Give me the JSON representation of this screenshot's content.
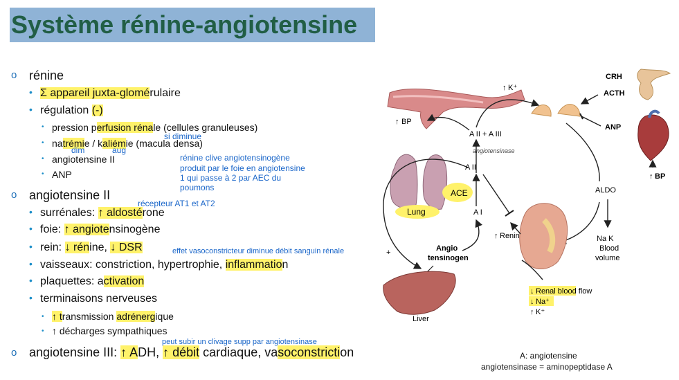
{
  "title": "Système rénine-angiotensine",
  "renine": {
    "head": "rénine",
    "appareil_prefix": "Σ appareil juxta-glomé",
    "appareil_suffix": "rulaire",
    "regulation": "régulation ",
    "regulation_hl": "(-)",
    "pression_a": "pression p",
    "pression_hl": "erfusion réna",
    "pression_b": "le (cellules granuleuses)",
    "natremie_a": "na",
    "natremie_hl": "trémi",
    "natremie_b": "e / k",
    "kaliemie_hl": "aliém",
    "kaliemie_b": "ie (macula densa)",
    "angio2": "angiotensine II",
    "anp": "ANP"
  },
  "angiotensine2": {
    "head": "angiotensine II",
    "surrenales_a": "surrénales: ",
    "surrenales_hl": "↑ aldosté",
    "surrenales_b": "rone",
    "foie_a": "foie: ",
    "foie_hl": "↑ angiote",
    "foie_b": "nsinogène",
    "rein_a": "rein: ",
    "rein_hl1": "↓ rén",
    "rein_b": "ine, ",
    "rein_hl2": "↓ DSR",
    "vaisseaux_a": "vaisseaux: constriction, hypertrophie, ",
    "vaisseaux_hl": "inflammatio",
    "vaisseaux_b": "n",
    "plaquettes_a": "plaquettes: a",
    "plaquettes_hl": "ctivation",
    "terminaisons": "terminaisons nerveuses",
    "transmission_hl1": "↑ t",
    "transmission_a": "ransmission ",
    "transmission_hl2": "adrénerg",
    "transmission_b": "ique",
    "decharges": "↑ décharges sympathiques"
  },
  "angiotensine3": {
    "head_a": "angiotensine III: ",
    "hl1": "↑ A",
    "a2": "DH, ",
    "hl2": "↑ débit",
    "a3": " cardiaque, va",
    "hl3": "soconstricti",
    "a4": "on"
  },
  "notes": {
    "si_diminue": "si diminue",
    "dim": "dim",
    "aug": "aug",
    "renine_clive_1": "rénine clive angiotensinogène",
    "renine_clive_2": "produit par le foie en angiotensine",
    "renine_clive_3": "1 qui passe à 2 par AEC du",
    "renine_clive_4": "poumons",
    "recepteur": "récepteur AT1 et AT2",
    "effet": "effet vasoconstricteur diminue débit sanguin rénale",
    "clivage": "peut subir un clivage supp par angiotensinase"
  },
  "diagram": {
    "crh": "CRH",
    "acth": "ACTH",
    "anp": "ANP",
    "bp_right": "BP",
    "k_top": "K⁺",
    "bp_left": "BP",
    "a2a3": "A II + A III",
    "angiotensinase": "angiotensinase",
    "a2": "A II",
    "ace": "ACE",
    "lung": "Lung",
    "a1": "A I",
    "renin": "Renin",
    "aldo": "ALDO",
    "na_k": "Na  K",
    "blood": "Blood",
    "volume": "volume",
    "angio": "Angio",
    "tensinogen": "tensinogen",
    "plus": "+",
    "liver": "Liver",
    "renal_flow": "Renal blood flow",
    "na": "Na⁺",
    "k_bottom": "K⁺"
  },
  "caption": {
    "line1": "A: angiotensine",
    "line2": "angiotensinase  = aminopeptidase A"
  }
}
